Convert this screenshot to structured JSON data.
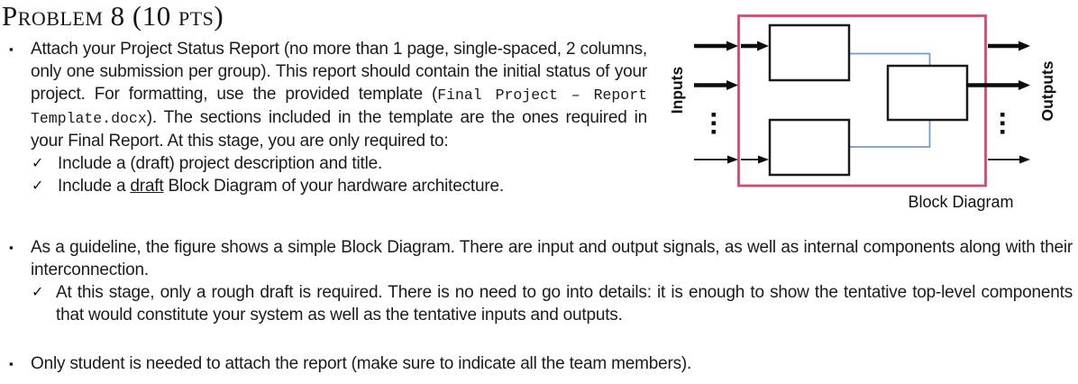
{
  "colors": {
    "text": "#1b1b1b",
    "accent-pink": "#cf4a6b",
    "connector-blue": "#7599c8",
    "diagram-black": "#0d0d0d"
  },
  "glyphs": {
    "bullet": "▪",
    "check": "✓"
  },
  "heading": {
    "title": "Problem 8 (10 pts)"
  },
  "section1": {
    "para": {
      "before_mono": "Attach your Project Status Report (no more than 1 page, single-spaced, 2 columns, only one submission per group). This report should contain the initial status of your project. For formatting, use the provided template (",
      "mono": "Final Project – Report Template.docx",
      "after_mono": "). The sections included in the template are the ones required in your Final Report. At this stage, you are only required to:"
    },
    "checks": [
      {
        "before": "Include a (draft) project description and title.",
        "underlined": "",
        "after": ""
      },
      {
        "before": "Include a ",
        "underlined": "draft",
        "after": " Block Diagram of your hardware architecture."
      }
    ]
  },
  "section2": {
    "para": "As a guideline, the figure shows a simple Block Diagram. There are input and output signals, as well as internal components along with their interconnection.",
    "checks": [
      {
        "text": "At this stage, only a rough draft is required. There is no need to go into details: it is enough to show the tentative top-level components that would constitute your system as well as the tentative inputs and outputs."
      }
    ]
  },
  "section3": {
    "para": "Only student is needed to attach the report (make sure to indicate all the team members)."
  },
  "diagram": {
    "inputs_label": "Inputs",
    "outputs_label": "Outputs",
    "caption": "Block Diagram"
  }
}
